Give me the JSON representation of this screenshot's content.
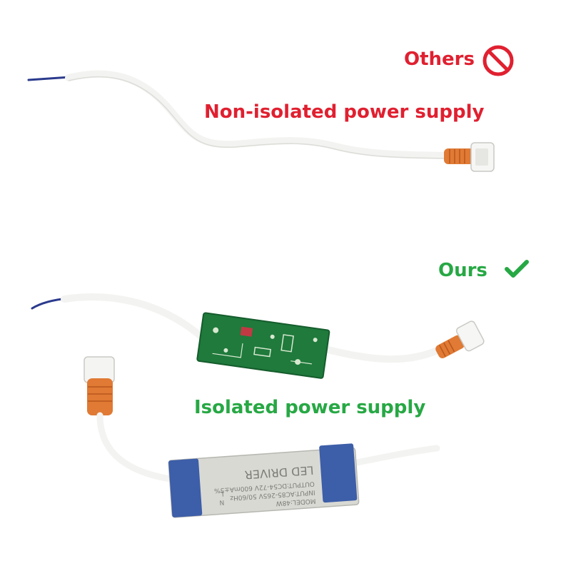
{
  "labels": {
    "others": "Others",
    "non_isolated": "Non-isolated power supply",
    "ours": "Ours",
    "isolated": "Isolated power supply"
  },
  "driver_print": {
    "line1": "MODEL:48W",
    "line2": "INPUT:AC85-265V 50/60Hz",
    "line3": "OUTPUT:DC54-72V 600mA±5%",
    "product": "LED DRIVER",
    "pin_n": "N",
    "pin_l": "L"
  },
  "icons": {
    "prohibited": "prohibited-icon",
    "check": "checkmark-icon"
  },
  "colors": {
    "bad": "#e02030",
    "good": "#27a844",
    "pcb": "#1f7a3c",
    "driver_body": "#d9d9d4",
    "driver_cap": "#3d5ea8",
    "connector": "#e07a34"
  }
}
